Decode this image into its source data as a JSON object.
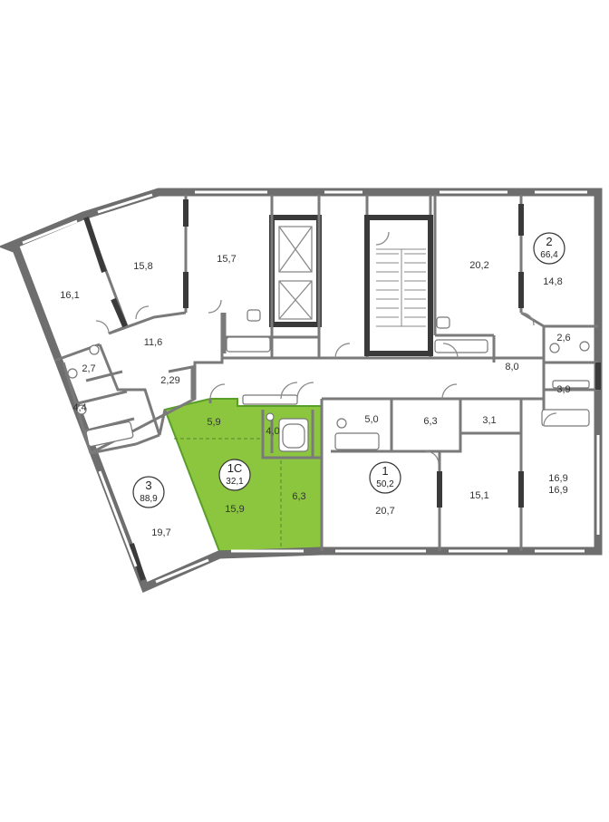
{
  "apartments": [
    {
      "id": "3",
      "number": "3",
      "area": "88,9",
      "highlighted": false
    },
    {
      "id": "1c",
      "number": "1С",
      "area": "32,1",
      "highlighted": true
    },
    {
      "id": "1",
      "number": "1",
      "area": "50,2",
      "highlighted": false
    },
    {
      "id": "2",
      "number": "2",
      "area": "66,4",
      "highlighted": false
    }
  ],
  "rooms": [
    {
      "id": "r161",
      "label": "16,1"
    },
    {
      "id": "r158",
      "label": "15,8"
    },
    {
      "id": "r157",
      "label": "15,7"
    },
    {
      "id": "r116",
      "label": "11,6"
    },
    {
      "id": "r27",
      "label": "2,7"
    },
    {
      "id": "r44",
      "label": "4,4"
    },
    {
      "id": "r229",
      "label": "2,29"
    },
    {
      "id": "r197",
      "label": "19,7"
    },
    {
      "id": "r59",
      "label": "5,9"
    },
    {
      "id": "r40",
      "label": "4,0"
    },
    {
      "id": "r159",
      "label": "15,9"
    },
    {
      "id": "r63a",
      "label": "6,3"
    },
    {
      "id": "r50",
      "label": "5,0"
    },
    {
      "id": "r63b",
      "label": "6,3"
    },
    {
      "id": "r31",
      "label": "3,1"
    },
    {
      "id": "r207",
      "label": "20,7"
    },
    {
      "id": "r151",
      "label": "15,1"
    },
    {
      "id": "r202",
      "label": "20,2"
    },
    {
      "id": "r80",
      "label": "8,0"
    },
    {
      "id": "r148",
      "label": "14,8"
    },
    {
      "id": "r26",
      "label": "2,6"
    },
    {
      "id": "r39",
      "label": "3,9"
    },
    {
      "id": "r169a",
      "label": "16,9"
    },
    {
      "id": "r169b",
      "label": "16,9"
    }
  ],
  "colors": {
    "highlight": "#8cc63f",
    "walls": "#6e6e6e"
  }
}
